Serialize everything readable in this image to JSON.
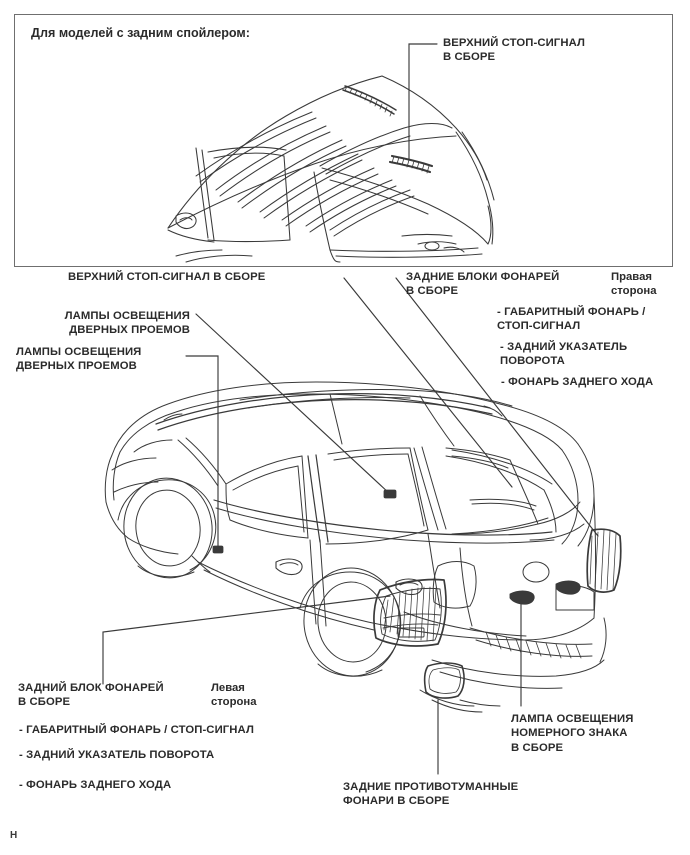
{
  "document": {
    "type": "automotive-service-manual-illustration",
    "subject": "Rear exterior lighting component locations",
    "corner_mark": "H",
    "background_color": "#ffffff",
    "line_color": "#3a3a3a",
    "text_color": "#2b2b2b"
  },
  "inset_panel": {
    "note": "Для моделей с задним спойлером:",
    "callout": {
      "label": "ВЕРХНИЙ СТОП-СИГНАЛ\nВ СБОРЕ"
    }
  },
  "labels": {
    "high_mount_stop_lamp": "ВЕРХНИЙ СТОП-СИГНАЛ В СБОРЕ",
    "rear_combination_lamps_right": "ЗАДНИЕ БЛОКИ ФОНАРЕЙ\nВ СБОРЕ",
    "right_side_note": "Правая\nсторона",
    "right_items": [
      "- ГАБАРИТНЫЙ ФОНАРЬ /\nСТОП-СИГНАЛ",
      "- ЗАДНИЙ УКАЗАТЕЛЬ\nПОВОРОТА",
      "- ФОНАРЬ ЗАДНЕГО ХОДА"
    ],
    "courtesy_lamp_upper": "ЛАМПЫ ОСВЕЩЕНИЯ\nДВЕРНЫХ ПРОЕМОВ",
    "courtesy_lamp_lower": "ЛАМПЫ ОСВЕЩЕНИЯ\nДВЕРНЫХ ПРОЕМОВ",
    "rear_combination_lamp_left": "ЗАДНИЙ БЛОК ФОНАРЕЙ\nВ СБОРЕ",
    "left_side_note": "Левая\nсторона",
    "left_items": [
      "- ГАБАРИТНЫЙ ФОНАРЬ / СТОП-СИГНАЛ",
      "- ЗАДНИЙ УКАЗАТЕЛЬ ПОВОРОТА",
      "- ФОНАРЬ ЗАДНЕГО ХОДА"
    ],
    "rear_fog_lamps": "ЗАДНИЕ ПРОТИВОТУМАННЫЕ\nФОНАРИ В СБОРЕ",
    "license_plate_lamp": "ЛАМПА ОСВЕЩЕНИЯ\nНОМЕРНОГО ЗНАКА\nВ СБОРЕ"
  }
}
